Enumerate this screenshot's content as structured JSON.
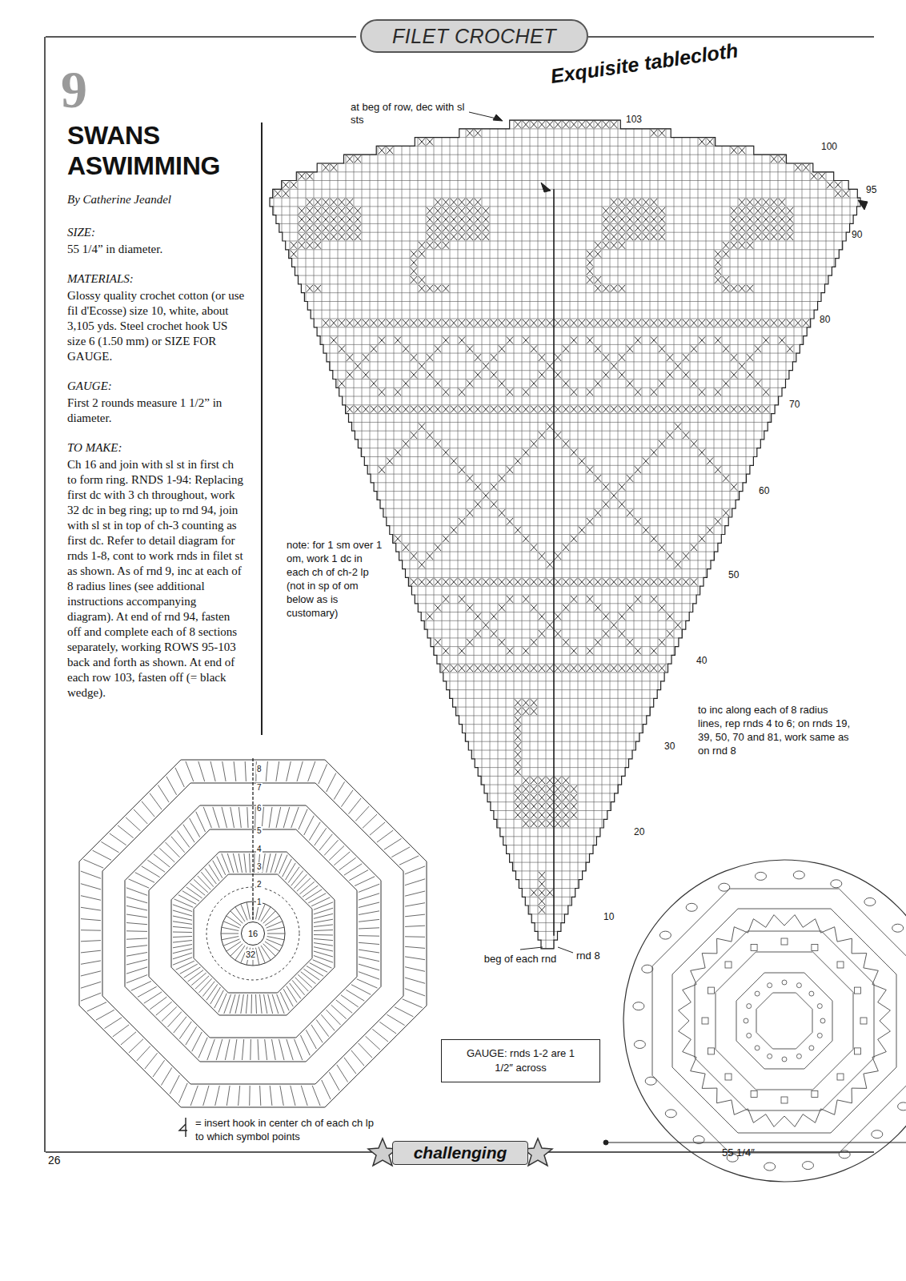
{
  "diagram": {
    "title": "SWANS ASWIMMING",
    "nodes": [
      {
        "text": [
          "FILET CROCHET"
        ]
      },
      {
        "text": [
          "16"
        ]
      },
      {
        "text": [
          "GAUGE: rnds 1-2 are 1 1/2″ across"
        ]
      },
      {
        "text": [
          "challenging"
        ]
      }
    ],
    "labels": [
      "9",
      "Exquisite tablecloth",
      "By Catherine Jeandel",
      "SIZE:",
      "55 1/4” in diameter.",
      "MATERIALS:",
      "Glossy quality crochet cotton (or use fil d'Ecosse) size 10, white, about 3,105 yds. Steel crochet hook US size 6 (1.50 mm) or SIZE FOR GAUGE.",
      "GAUGE:",
      "First 2 rounds measure 1 1/2” in diameter.",
      "TO MAKE:",
      "Ch 16 and join with sl st in first ch to form ring. RNDS 1-94: Replacing first dc with 3 ch throughout, work 32 dc in beg ring; up to rnd 94, join with sl st in top of ch-3 counting as first dc. Refer to detail diagram for rnds 1-8, cont to work rnds in filet st as shown. As of rnd 9, inc at each of 8 radius lines (see additional instructions accompanying diagram). At end of rnd 94, fasten off and complete each of 8 sections separately, working ROWS 95-103 back and forth as shown. At end of each row 103, fasten off (= black wedge).",
      "at beg of row, dec with sl sts",
      "103",
      "100",
      "95",
      "90",
      "80",
      "70",
      "60",
      "50",
      "40",
      "30",
      "20",
      "10",
      "note: for 1 sm over 1 om, work 1 dc in each ch of ch-2 lp (not in sp of om below as is customary)",
      "to inc along each of 8 radius lines, rep rnds 4 to 6; on rnds 19, 39, 50, 70 and 81, work same as on rnd 8",
      "beg of each rnd",
      "rnd 8",
      "32",
      "1",
      "2",
      "3",
      "4",
      "5",
      "6",
      "7",
      "8",
      "55 1/4″",
      "26"
    ],
    "legend": [
      {
        "text": "= insert hook in center ch of each ch lp to which symbol points"
      }
    ]
  }
}
